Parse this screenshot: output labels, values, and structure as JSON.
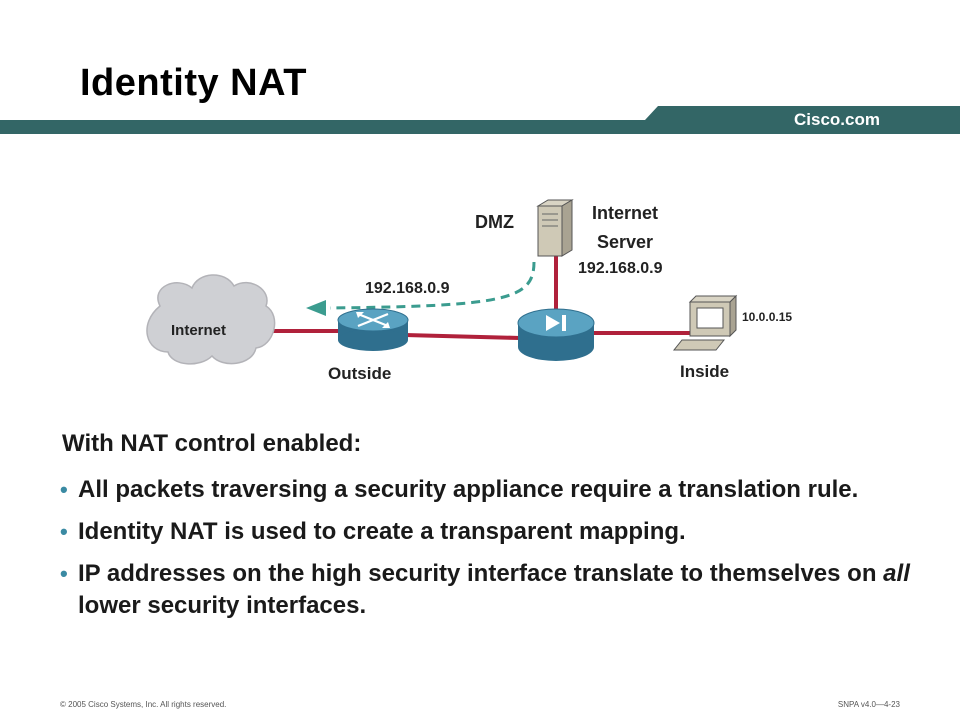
{
  "slide": {
    "title": "Identity NAT",
    "brand": "Cisco.com",
    "colors": {
      "header_bar": "#336666",
      "link": "#b0213b",
      "dashed_path": "#3b9c8f",
      "bullet": "#3a8aa3"
    }
  },
  "diagram": {
    "dmz_label": "DMZ",
    "server_title_line1": "Internet",
    "server_title_line2": "Server",
    "server_ip": "192.168.0.9",
    "translated_ip": "192.168.0.9",
    "inside_ip": "10.0.0.15",
    "internet_label": "Internet",
    "outside_label": "Outside",
    "inside_label": "Inside",
    "icons": [
      "cloud-icon",
      "router-icon",
      "firewall-icon",
      "server-icon",
      "pc-icon"
    ]
  },
  "content": {
    "lead": "With NAT control enabled:",
    "bullets": [
      "All packets traversing a security appliance require a translation rule.",
      "Identity NAT is used to create a transparent mapping.",
      "IP addresses on the high security interface translate to themselves on all lower security interfaces."
    ]
  },
  "footer": {
    "copyright": "© 2005 Cisco Systems, Inc. All rights reserved.",
    "course": "SNPA v4.0—4-23"
  }
}
